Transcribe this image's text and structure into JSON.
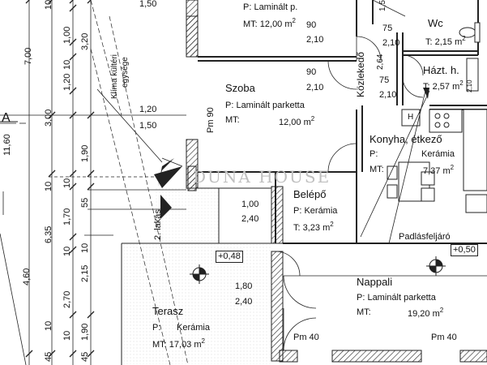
{
  "watermark": "DUNA HOUSE",
  "axis_label": "A",
  "dims_outer_left": {
    "a": "11,60",
    "b": "4,60"
  },
  "dims_left": [
    "7,00",
    "3,00",
    "6,35",
    "10",
    "10",
    "10",
    "45"
  ],
  "dims_col2": [
    "1,00",
    "3,20",
    "1,20",
    "10",
    "1,90",
    "10",
    "1,70",
    "55",
    "10",
    "2,15",
    "10",
    "2,70",
    "1,90",
    "10",
    "45"
  ],
  "dims_horizontal": [
    "1,50",
    "1,20",
    "1,50"
  ],
  "rooms": {
    "szoba_top": {
      "p": "P: Laminált p.",
      "mt": "MT:  12,00 m",
      "sup": "2"
    },
    "szoba": {
      "name": "Szoba",
      "p": "P: Laminált parketta",
      "mt": "MT:",
      "area": "12,00 m",
      "sup": "2"
    },
    "wc": {
      "name": "Wc",
      "t": "T: 2,15 m",
      "sup": "2"
    },
    "hazt": {
      "name": "Házt. h.",
      "t": "T: 2,57 m",
      "sup": "2"
    },
    "kozlekedo": {
      "name": "Közlekedő"
    },
    "konyha": {
      "name": "Konyha, étkező",
      "p_label": "P:",
      "p": "Kerámia",
      "mt_label": "MT:",
      "area": "7,37 m",
      "sup": "2"
    },
    "belepo": {
      "name": "Belépő",
      "p": "P: Kerámia",
      "t": "T:   3,23 m",
      "sup": "2"
    },
    "nappali": {
      "name": "Nappali",
      "p": "P: Laminált parketta",
      "mt": "MT:",
      "area": "19,20 m",
      "sup": "2"
    },
    "terasz": {
      "name": "Terasz",
      "p_label": "P:",
      "p": "Kerámia",
      "mt": "MT: 17,03 m",
      "sup": "2"
    }
  },
  "door_dims": [
    {
      "w": "90",
      "h": "2,10"
    },
    {
      "w": "90",
      "h": "2,10"
    },
    {
      "w": "75",
      "h": "2,10"
    },
    {
      "w": "75",
      "h": "2,10"
    },
    {
      "w": "1,00",
      "h": "2,40"
    },
    {
      "w": "1,80",
      "h": "2,40"
    }
  ],
  "misc_labels": {
    "klima": "Klíma kültéri",
    "klima2": "egysége",
    "lakas": "2. lakás",
    "padlas": "Padlásfeljáró",
    "pm90": "Pm 90",
    "pm40a": "Pm 40",
    "pm40b": "Pm 40",
    "h264": "2,64",
    "h15": "1,5",
    "h210": "2,10",
    "h": "H",
    "level1": "+0,48",
    "level2": "+0,50"
  }
}
